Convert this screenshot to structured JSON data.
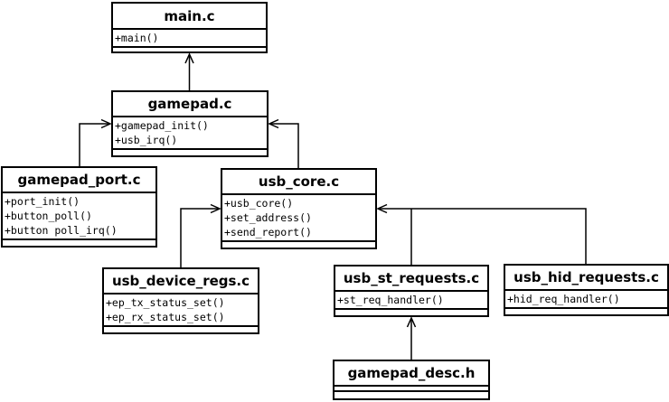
{
  "diagram": {
    "classes": {
      "main_c": {
        "name": "main.c",
        "methods": [
          "+main()"
        ]
      },
      "gamepad_c": {
        "name": "gamepad.c",
        "methods": [
          "+gamepad_init()",
          "+usb_irq()"
        ]
      },
      "gamepad_port_c": {
        "name": "gamepad_port.c",
        "methods": [
          "+port_init()",
          "+button_poll()",
          "+button poll_irq()"
        ]
      },
      "usb_core_c": {
        "name": "usb_core.c",
        "methods": [
          "+usb_core()",
          "+set_address()",
          "+send_report()"
        ]
      },
      "usb_device_regs_c": {
        "name": "usb_device_regs.c",
        "methods": [
          "+ep_tx_status_set()",
          "+ep_rx_status_set()"
        ]
      },
      "usb_st_requests_c": {
        "name": "usb_st_requests.c",
        "methods": [
          "+st_req_handler()"
        ]
      },
      "usb_hid_requests_c": {
        "name": "usb_hid_requests.c",
        "methods": [
          "+hid_req_handler()"
        ]
      },
      "gamepad_desc_h": {
        "name": "gamepad_desc.h",
        "methods": []
      }
    },
    "dependencies": [
      {
        "from": "gamepad_c",
        "to": "main_c"
      },
      {
        "from": "gamepad_port_c",
        "to": "gamepad_c"
      },
      {
        "from": "usb_core_c",
        "to": "gamepad_c"
      },
      {
        "from": "usb_device_regs_c",
        "to": "usb_core_c"
      },
      {
        "from": "usb_st_requests_c",
        "to": "usb_core_c"
      },
      {
        "from": "usb_hid_requests_c",
        "to": "usb_core_c"
      },
      {
        "from": "gamepad_desc_h",
        "to": "usb_st_requests_c"
      }
    ]
  }
}
